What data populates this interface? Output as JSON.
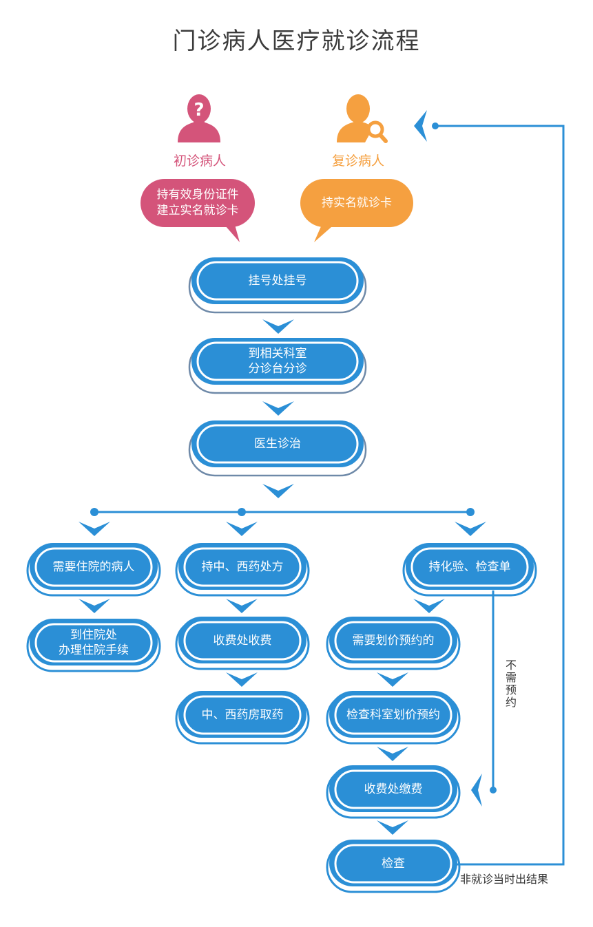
{
  "title": "门诊病人医疗就诊流程",
  "patients": {
    "new": {
      "label": "初诊病人",
      "bubble_line1": "持有效身份证件",
      "bubble_line2": "建立实名就诊卡",
      "icon": "person-question-icon",
      "color": "#d4547a"
    },
    "return": {
      "label": "复诊病人",
      "bubble": "持实名就诊卡",
      "icon": "person-search-icon",
      "color": "#f5a040"
    }
  },
  "steps": {
    "register": "挂号处挂号",
    "triage_line1": "到相关科室",
    "triage_line2": "分诊台分诊",
    "doctor": "医生诊治"
  },
  "branches": {
    "hospital": {
      "step1": "需要住院的病人",
      "step2_line1": "到住院处",
      "step2_line2": "办理住院手续"
    },
    "medicine": {
      "step1": "持中、西药处方",
      "step2": "收费处收费",
      "step3": "中、西药房取药"
    },
    "exam": {
      "step1": "持化验、检查单",
      "step2": "需要划价预约的",
      "step3": "检查科室划价预约",
      "step4": "收费处缴费",
      "step5": "检查"
    }
  },
  "notes": {
    "no_appointment": "不需预约",
    "loop_back": "非就诊当时出结果"
  },
  "colors": {
    "primary": "#2b8fd6",
    "outline": "#6e89a8",
    "new_patient": "#d4547a",
    "return_patient": "#f5a040"
  }
}
